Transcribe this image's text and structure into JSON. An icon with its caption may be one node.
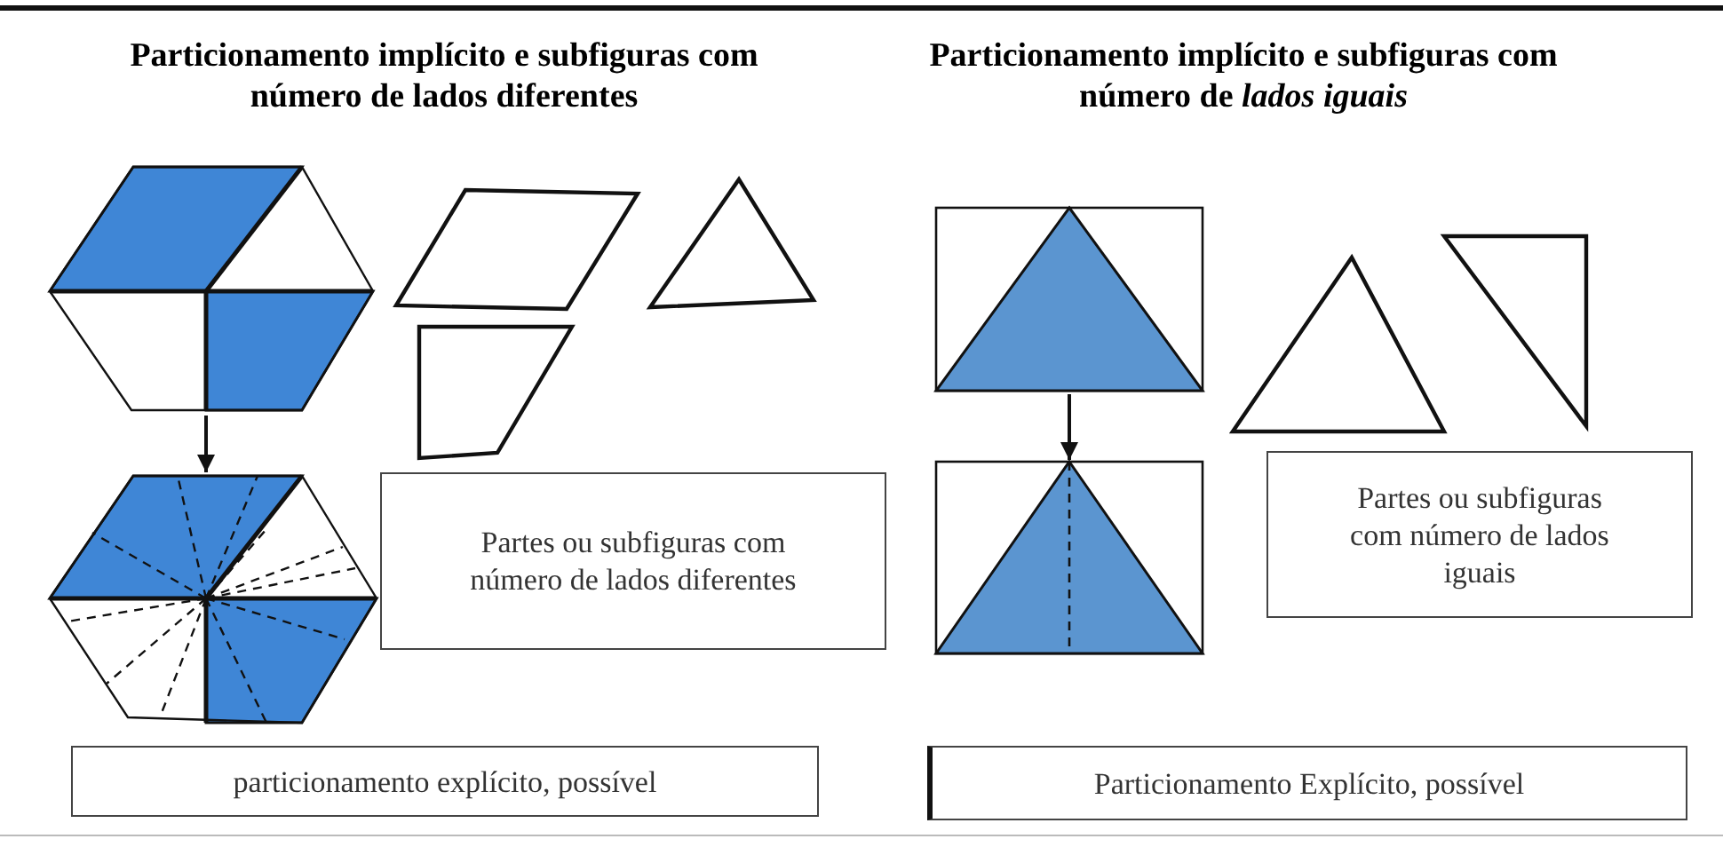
{
  "diagram": {
    "nodes": [
      {
        "text": [],
        "shape": "hexagon"
      },
      {
        "text": [],
        "shape": "parallelogram"
      },
      {
        "text": [],
        "shape": "triangle"
      },
      {
        "text": [],
        "shape": "quadrilateral"
      },
      {
        "text": [],
        "shape": "hexagon"
      },
      {
        "text": [
          "Partes ou subfiguras com número de lados diferentes"
        ]
      },
      {
        "text": [
          "particionamento explícito, possível"
        ]
      },
      {
        "text": [],
        "shape": "box"
      },
      {
        "text": [],
        "shape": "triangle"
      },
      {
        "text": [],
        "shape": "triangle"
      },
      {
        "text": [],
        "shape": "box"
      },
      {
        "text": [
          "Partes ou subfiguras com número de lados iguais"
        ]
      },
      {
        "text": [
          "Particionamento Explícito, possível"
        ]
      }
    ],
    "edges": [
      {
        "from": 0,
        "to": 4,
        "arrow": "to"
      },
      {
        "from": 7,
        "to": 10,
        "arrow": "to"
      }
    ],
    "labels": [
      "Particionamento implícito e subfiguras com número de lados diferentes",
      "Particionamento implícito e subfiguras com número de *lados iguais*"
    ]
  }
}
